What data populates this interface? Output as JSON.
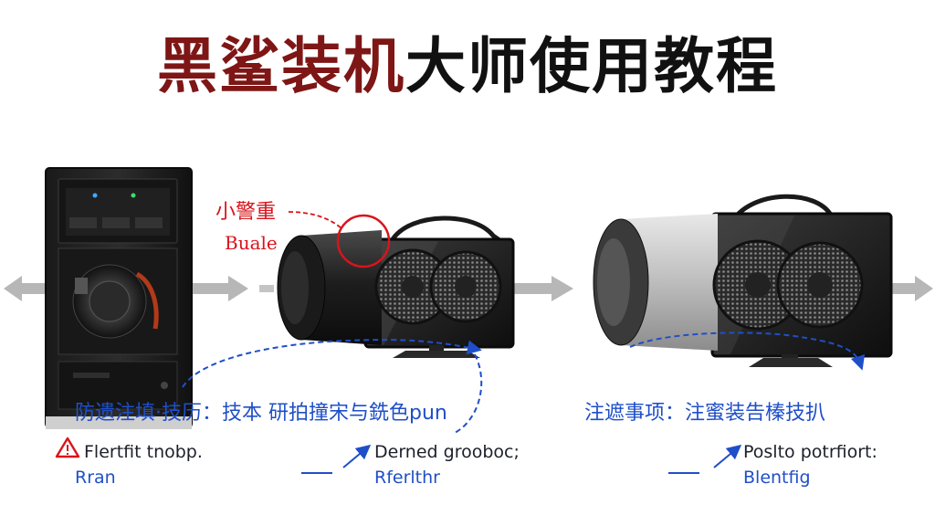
{
  "title": {
    "part1": "黑鲨装机",
    "part2": "大师使用教程"
  },
  "callouts": {
    "top_left_cn": "小警重",
    "top_left_en": "Buale"
  },
  "captions": {
    "left_line": "防遗注填·技历：技本 研拍撞宋与銑色pun",
    "right_line": "注遮事项：注蜜装告榛技扒"
  },
  "notes": {
    "left_warning_line1": "Flertfit tnobp.",
    "left_warning_line2": "Rran",
    "middle_line1": "Derned grooboc;",
    "middle_line2": "Rferlthr",
    "right_line1": "Poslto potrfiort:",
    "right_line2": "Blentfig"
  },
  "colors": {
    "title_red": "#7e1616",
    "title_dark": "#111111",
    "accent_red": "#d9141b",
    "accent_blue": "#1f4fc8"
  },
  "icons": {
    "warning": "warning-triangle-icon"
  }
}
